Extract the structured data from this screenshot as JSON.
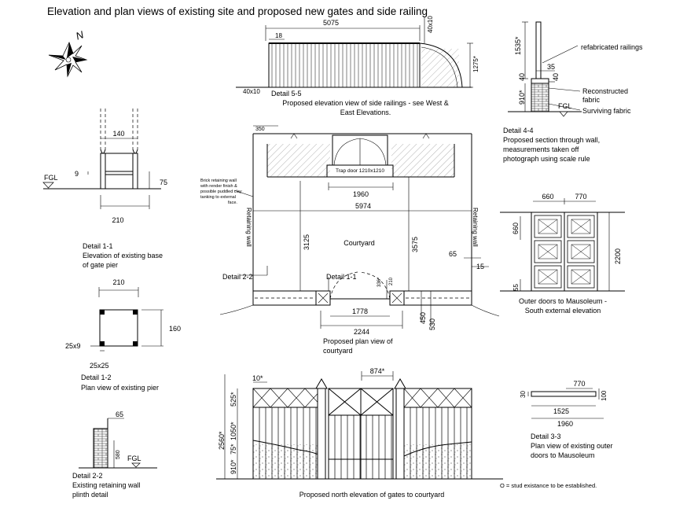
{
  "title": "Elevation and plan views of existing site and proposed new gates and side railing",
  "north_label": "N",
  "detail_5_5": {
    "label": "Detail 5-5",
    "dim_length": "5075",
    "dim_18": "18",
    "dim_40x10_top": "40x10",
    "dim_40x10_left": "40x10",
    "dim_height": "1275*",
    "caption_1": "Proposed elevation view of side railings - see West &",
    "caption_2": "East Elevations."
  },
  "detail_4_4": {
    "dim_1535": "1535*",
    "dim_35": "35",
    "dim_40a": "40",
    "dim_40b": "40",
    "dim_910": "910*",
    "fgl": "FGL",
    "note_refab": "refabricated railings",
    "note_recon_1": "Reconstructed",
    "note_recon_2": "fabric",
    "note_surviving": "Surviving fabric",
    "label": "Detail 4-4",
    "caption_1": "Proposed section through wall,",
    "caption_2": "measurements taken off",
    "caption_3": "photograph using scale rule"
  },
  "detail_1_1": {
    "dim_140": "140",
    "dim_9": "9",
    "dim_75": "75",
    "dim_210": "210",
    "fgl": "FGL",
    "label": "Detail 1-1",
    "caption_1": "Elevation of existing base",
    "caption_2": "of gate pier"
  },
  "detail_1_2": {
    "dim_210": "210",
    "dim_160": "160",
    "dim_25x9": "25x9",
    "dim_25x25": "25x25",
    "label": "Detail 1-2",
    "caption": "Plan view of existing pier"
  },
  "detail_2_2": {
    "dim_65": "65",
    "dim_580": "580",
    "fgl": "FGL",
    "label": "Detail 2-2",
    "caption_1": "Existing retaining wall",
    "caption_2": "plinth detail"
  },
  "plan": {
    "dim_350": "350",
    "trap_door": "Trap door 1210x1210",
    "dim_1960": "1960",
    "dim_5974": "5974",
    "dim_3125": "3125",
    "dim_3575": "3575",
    "courtyard": "Courtyard",
    "retaining_left": "Retaining wall",
    "retaining_right": "Retaining wall",
    "dim_65": "65",
    "dim_15": "15",
    "detail_2_2_ref": "Detail 2-2",
    "detail_1_1_ref": "Detail 1-1",
    "dim_336": "336*",
    "dim_210": "210",
    "dim_1778": "1778",
    "dim_2244": "2244",
    "dim_450": "450",
    "dim_530": "530",
    "brick_note_1": "Brick retaining wall",
    "brick_note_2": "with render finish &",
    "brick_note_3": "possible puddled clay",
    "brick_note_4": "tanking to external",
    "brick_note_5": "face.",
    "caption_1": "Proposed plan view of",
    "caption_2": "courtyard"
  },
  "outer_doors": {
    "dim_660_top": "660",
    "dim_770": "770",
    "dim_660_side": "660",
    "dim_55": "55",
    "dim_2200": "2200",
    "caption_1": "Outer doors to Mausoleum -",
    "caption_2": "South external elevation"
  },
  "detail_3_3": {
    "dim_770": "770",
    "dim_30": "30",
    "dim_100": "100",
    "dim_1525": "1525",
    "dim_1960": "1960",
    "label": "Detail 3-3",
    "caption_1": "Plan view of existing outer",
    "caption_2": "doors to Mausoleum"
  },
  "gates": {
    "dim_10": "10*",
    "dim_874": "874*",
    "dim_525": "525*",
    "dim_1050": "1050*",
    "dim_75": "75*",
    "dim_910": "910*",
    "dim_2560": "2560*",
    "caption": "Proposed north elevation of gates to courtyard"
  },
  "stud_note": "O = stud existance to be established."
}
